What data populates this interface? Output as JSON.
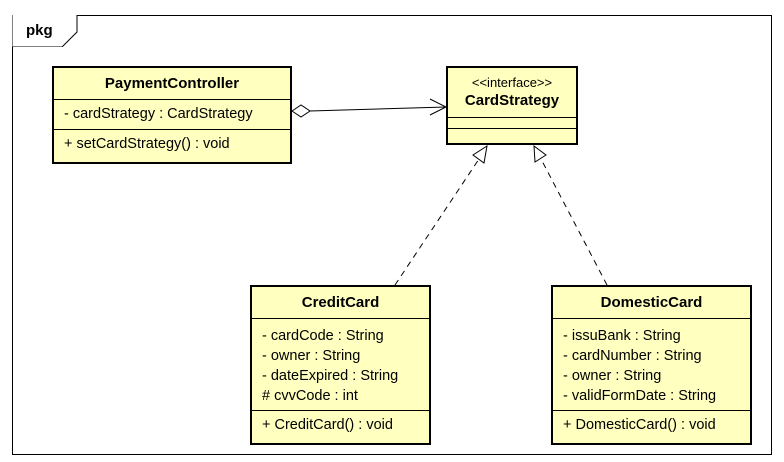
{
  "package": {
    "label": "pkg"
  },
  "classes": {
    "payment_controller": {
      "name": "PaymentController",
      "attributes": [
        "- cardStrategy : CardStrategy"
      ],
      "operations": [
        "+ setCardStrategy() : void"
      ]
    },
    "card_strategy": {
      "stereotype": "<<interface>>",
      "name": "CardStrategy"
    },
    "credit_card": {
      "name": "CreditCard",
      "attributes": [
        "- cardCode : String",
        "- owner : String",
        "- dateExpired : String",
        "# cvvCode : int"
      ],
      "operations": [
        "+ CreditCard() : void"
      ]
    },
    "domestic_card": {
      "name": "DomesticCard",
      "attributes": [
        "- issuBank : String",
        "- cardNumber : String",
        "- owner : String",
        "- validFormDate : String"
      ],
      "operations": [
        "+ DomesticCard() : void"
      ]
    }
  },
  "relations": [
    {
      "type": "aggregation",
      "from": "PaymentController",
      "to": "CardStrategy"
    },
    {
      "type": "realization",
      "from": "CreditCard",
      "to": "CardStrategy"
    },
    {
      "type": "realization",
      "from": "DomesticCard",
      "to": "CardStrategy"
    }
  ]
}
